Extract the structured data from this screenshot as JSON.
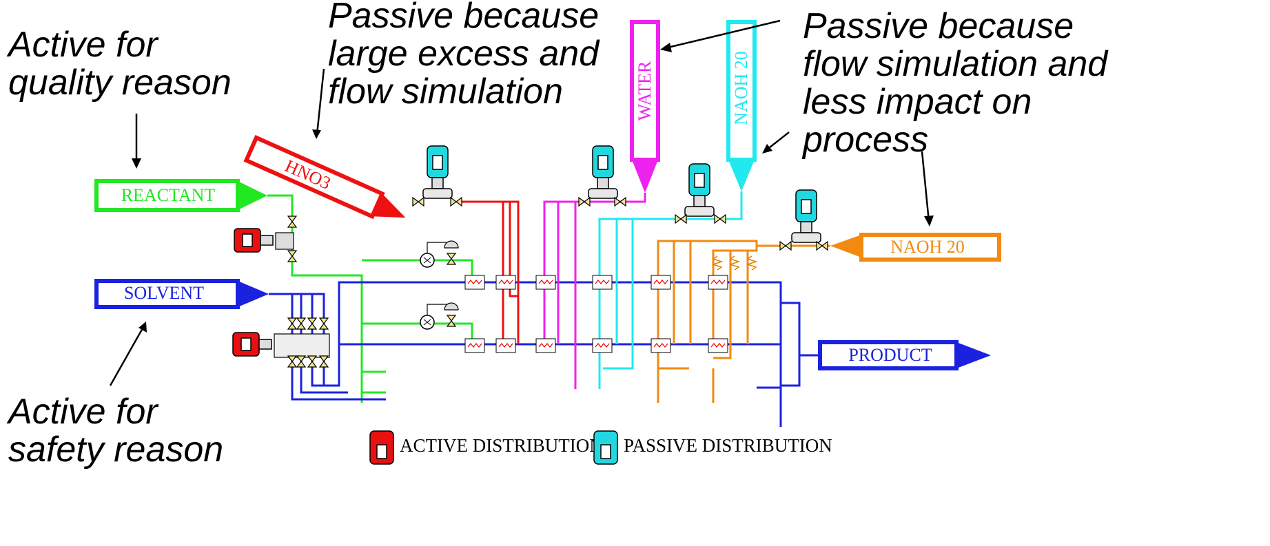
{
  "annotations": {
    "active_quality": [
      "Active for",
      "quality reason"
    ],
    "passive_hno3": [
      "Passive because",
      "large excess  and",
      "flow simulation"
    ],
    "passive_flow": [
      "Passive because",
      "flow simulation and",
      "less impact on",
      "process"
    ],
    "active_safety": [
      "Active for",
      "safety reason"
    ]
  },
  "tanks": {
    "reactant": "REACTANT",
    "hno3": "HNO3",
    "water": "WATER",
    "naoh_top": "NAOH  20",
    "naoh_right": "NAOH  20",
    "solvent": "SOLVENT",
    "product": "PRODUCT"
  },
  "legend": {
    "active": "ACTIVE  DISTRIBUTION",
    "passive": "PASSIVE  DISTRIBUTION"
  },
  "colors": {
    "reactant": "#22e822",
    "hno3": "#ee1111",
    "water": "#ee22ee",
    "naoh": "#22e8f0",
    "naoh_right": "#f28a10",
    "solvent": "#1a22e0",
    "product": "#1a22e0",
    "active_pump": "#e81010",
    "passive_pump": "#22d8e0"
  }
}
